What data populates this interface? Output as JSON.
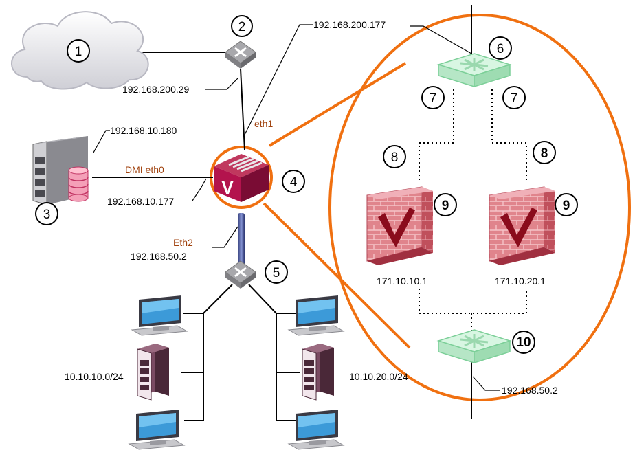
{
  "markers": {
    "m1": "1",
    "m2": "2",
    "m3": "3",
    "m4": "4",
    "m5": "5",
    "m6": "6",
    "m7a": "7",
    "m7b": "7",
    "m8a": "8",
    "m8b": "8",
    "m9a": "9",
    "m9b": "9",
    "m10": "10"
  },
  "labels": {
    "ip_router_uplink": "192.168.200.177",
    "ip_router_wan": "192.168.200.29",
    "ip_server": "192.168.10.180",
    "dmi": "DMI eth0",
    "ip_dmi": "192.168.10.177",
    "eth1": "eth1",
    "eth2": "Eth2",
    "ip_eth2": "192.168.50.2",
    "subnet_left": "10.10.10.0/24",
    "subnet_right": "10.10.20.0/24",
    "ip_fw1": "171.10.10.1",
    "ip_fw2": "171.10.20.1",
    "ip_bottom_switch": "192.168.50.2",
    "appliance_letter": "V"
  },
  "colors": {
    "zoom_ring": "#f07010",
    "annotation_orange": "#a0420e",
    "firewall": "#d9707a",
    "appliance": "#b3134d",
    "switch_green": "#c8f0d8",
    "trunk_blue": "#5868a8"
  },
  "icons": [
    "cloud-icon",
    "router-icon",
    "server-icon",
    "database-icon",
    "appliance-icon",
    "switch-icon",
    "firewall-icon",
    "workstation-icon",
    "tower-server-icon"
  ]
}
